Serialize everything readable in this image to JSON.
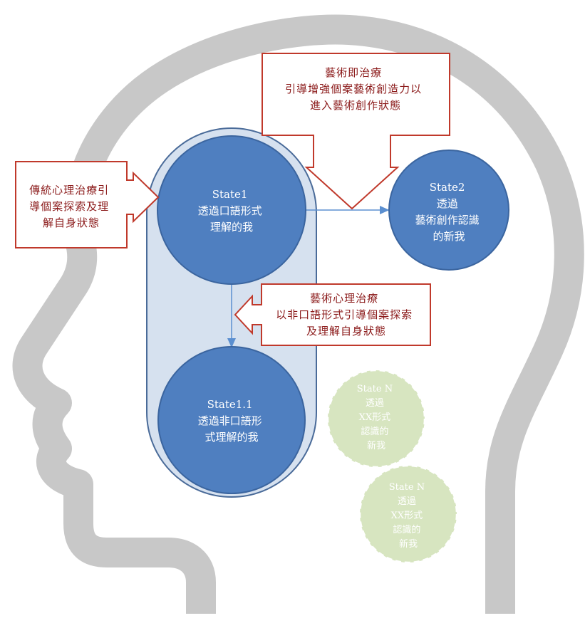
{
  "colors": {
    "head_outline": "#c8c8c8",
    "pill_fill": "#d6e1ef",
    "pill_stroke": "#4a6b99",
    "node_fill": "#4f7fc0",
    "node_stroke": "#3b659f",
    "ghost_fill": "#d7e5c0",
    "ghost_stroke": "#ffffff",
    "callout_stroke": "#c0392b",
    "callout_text": "#8b1a1a",
    "connector": "#5b8fd0"
  },
  "nodes": {
    "state1": {
      "lines": [
        "State1",
        "透過口語形式",
        "理解的我"
      ]
    },
    "state2": {
      "lines": [
        "State2",
        "透過",
        "藝術創作認識",
        "的新我"
      ]
    },
    "state1_1": {
      "lines": [
        "State1.1",
        "透過非口語形",
        "式理解的我"
      ]
    },
    "state_n_a": {
      "lines": [
        "State N",
        "透過",
        "XX形式",
        "認識的",
        "新我"
      ]
    },
    "state_n_b": {
      "lines": [
        "State N",
        "透過",
        "XX形式",
        "認識的",
        "新我"
      ]
    }
  },
  "callouts": {
    "traditional": {
      "lines": [
        "傳統心理治療引",
        "導個案探索及理",
        "解自身狀態"
      ]
    },
    "art_therapy_instant": {
      "lines": [
        "藝術即治療",
        "引導增強個案藝術創造力以",
        "進入藝術創作狀態"
      ]
    },
    "art_psychotherapy": {
      "lines": [
        "藝術心理治療",
        "以非口語形式引導個案探索",
        "及理解自身狀態"
      ]
    }
  }
}
